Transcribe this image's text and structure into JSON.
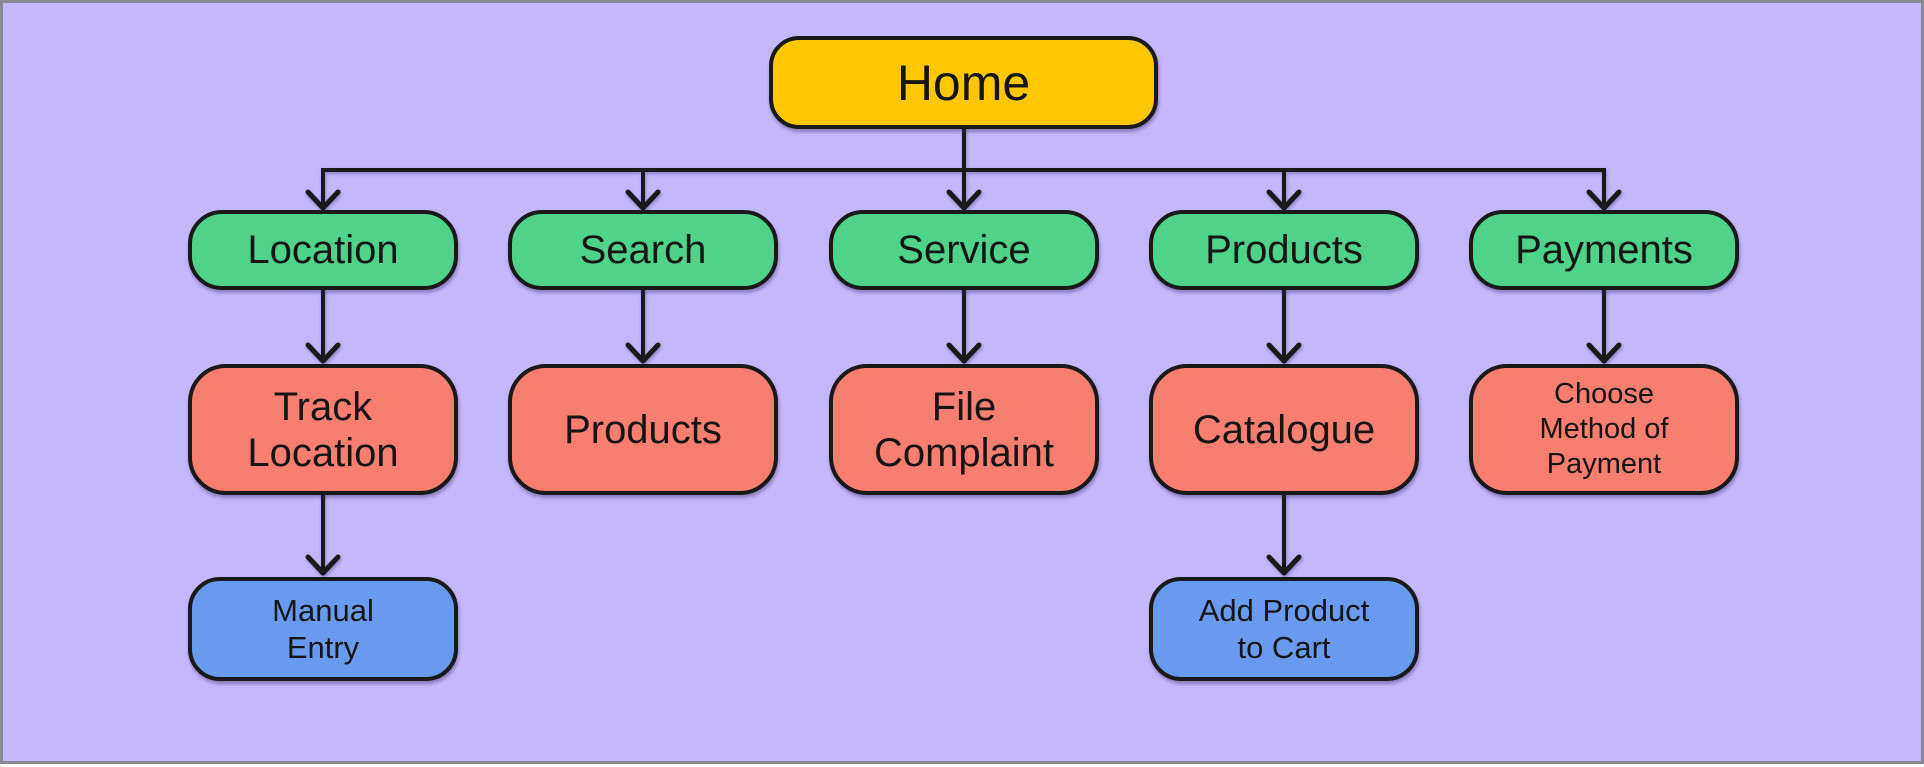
{
  "diagram": {
    "title": "Home sitemap flowchart",
    "background_color": "#c5b7fb",
    "frame_border_color": "#898994",
    "line_color": "#191919",
    "node_colors": {
      "root": "#fdc802",
      "section": "#4fd28a",
      "page": "#f87f6f",
      "action": "#689aee"
    },
    "nodes": {
      "home": {
        "label": "Home",
        "type": "root"
      },
      "location": {
        "label": "Location",
        "type": "section"
      },
      "search": {
        "label": "Search",
        "type": "section"
      },
      "service": {
        "label": "Service",
        "type": "section"
      },
      "products": {
        "label": "Products",
        "type": "section"
      },
      "payments": {
        "label": "Payments",
        "type": "section"
      },
      "track_location": {
        "label": "Track\nLocation",
        "type": "page"
      },
      "products_page": {
        "label": "Products",
        "type": "page"
      },
      "file_complaint": {
        "label": "File\nComplaint",
        "type": "page"
      },
      "catalogue": {
        "label": "Catalogue",
        "type": "page"
      },
      "choose_method_of_payment": {
        "label": "Choose\nMethod of\nPayment",
        "type": "page"
      },
      "manual_entry": {
        "label": "Manual\nEntry",
        "type": "action"
      },
      "add_product_to_cart": {
        "label": "Add Product\nto Cart",
        "type": "action"
      }
    },
    "edges": [
      {
        "from": "home",
        "to": "location"
      },
      {
        "from": "home",
        "to": "search"
      },
      {
        "from": "home",
        "to": "service"
      },
      {
        "from": "home",
        "to": "products"
      },
      {
        "from": "home",
        "to": "payments"
      },
      {
        "from": "location",
        "to": "track_location"
      },
      {
        "from": "search",
        "to": "products_page"
      },
      {
        "from": "service",
        "to": "file_complaint"
      },
      {
        "from": "products",
        "to": "catalogue"
      },
      {
        "from": "payments",
        "to": "choose_method_of_payment"
      },
      {
        "from": "track_location",
        "to": "manual_entry"
      },
      {
        "from": "catalogue",
        "to": "add_product_to_cart"
      }
    ]
  }
}
